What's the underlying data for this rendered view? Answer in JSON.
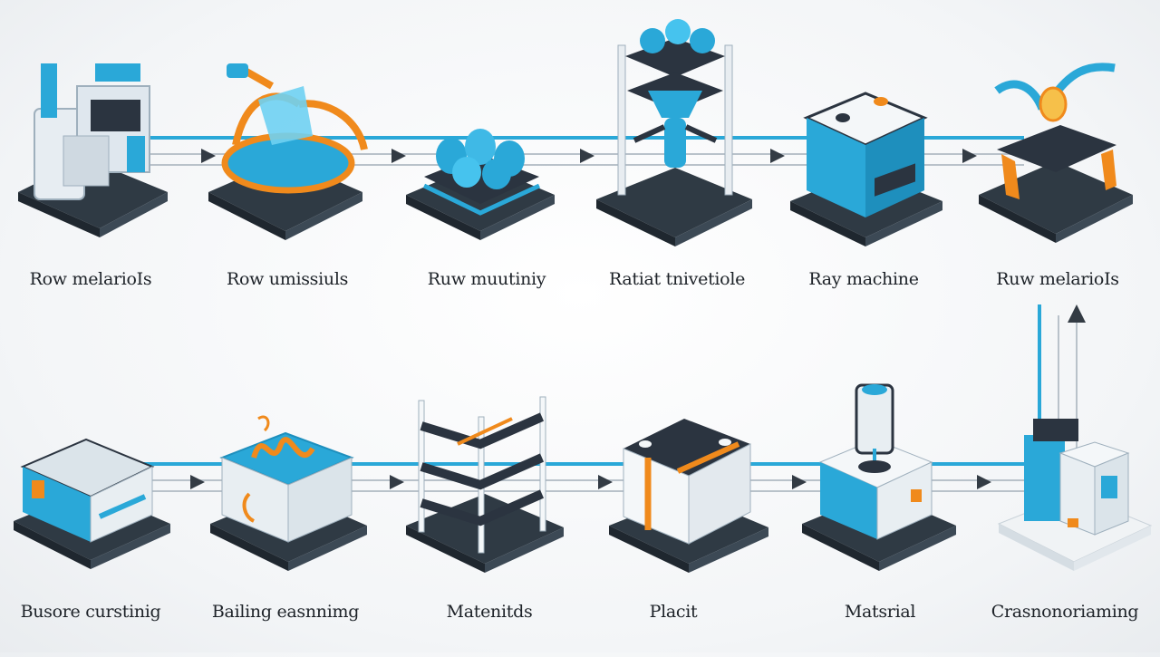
{
  "colors": {
    "blue": "#2aa8d8",
    "dark": "#2b3440",
    "orange": "#f08a1c",
    "base": "#2f3a44",
    "arrow": "#333b44",
    "white": "#f4f7f9"
  },
  "row1": [
    {
      "label": "Row melarioIs",
      "icon": "factory-machine-icon"
    },
    {
      "label": "Row umissiuls",
      "icon": "orange-mixer-icon"
    },
    {
      "label": "Ruw muutiniy",
      "icon": "blue-granules-tray-icon"
    },
    {
      "label": "Ratiat tnivetiole",
      "icon": "press-tower-icon"
    },
    {
      "label": "Ray machine",
      "icon": "control-box-icon"
    },
    {
      "label": "Ruw melarioIs",
      "icon": "robot-arm-workstation-icon"
    }
  ],
  "row2": [
    {
      "label": "Busore curstinig",
      "icon": "module-box-icon"
    },
    {
      "label": "Bailing easnnimg",
      "icon": "coil-winding-box-icon"
    },
    {
      "label": "Matenitds",
      "icon": "storage-rack-icon"
    },
    {
      "label": "Placit",
      "icon": "battery-cell-icon"
    },
    {
      "label": "Matsrial",
      "icon": "sealing-press-icon"
    },
    {
      "label": "Crasnonoriaming",
      "icon": "cabinet-unit-icon"
    }
  ]
}
